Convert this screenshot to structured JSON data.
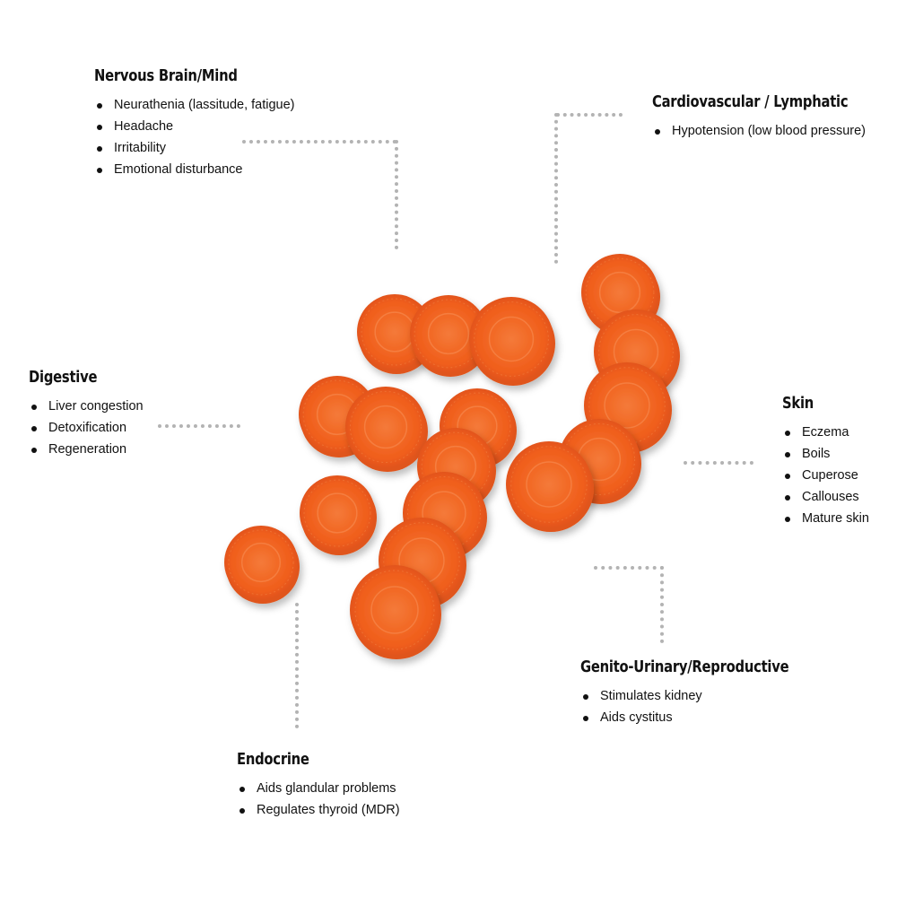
{
  "groups": {
    "nervous": {
      "title": "Nervous Brain/Mind",
      "items": [
        "Neurathenia (lassitude, fatigue)",
        "Headache",
        "Irritability",
        "Emotional disturbance"
      ]
    },
    "cardio": {
      "title": "Cardiovascular / Lymphatic",
      "items": [
        "Hypotension (low blood pressure)"
      ]
    },
    "digestive": {
      "title": "Digestive",
      "items": [
        "Liver congestion",
        "Detoxification",
        "Regeneration"
      ]
    },
    "skin": {
      "title": "Skin",
      "items": [
        "Eczema",
        "Boils",
        "Cuperose",
        "Callouses",
        "Mature skin"
      ]
    },
    "genito": {
      "title": "Genito-Urinary/Reproductive",
      "items": [
        "Stimulates kidney",
        "Aids cystitus"
      ]
    },
    "endocrine": {
      "title": "Endocrine",
      "items": [
        "Aids glandular problems",
        "Regulates thyroid (MDR)"
      ]
    }
  },
  "colors": {
    "carrot": "#f26522",
    "carrot_edge": "#e0541a",
    "leader": "#b3b3b3"
  }
}
